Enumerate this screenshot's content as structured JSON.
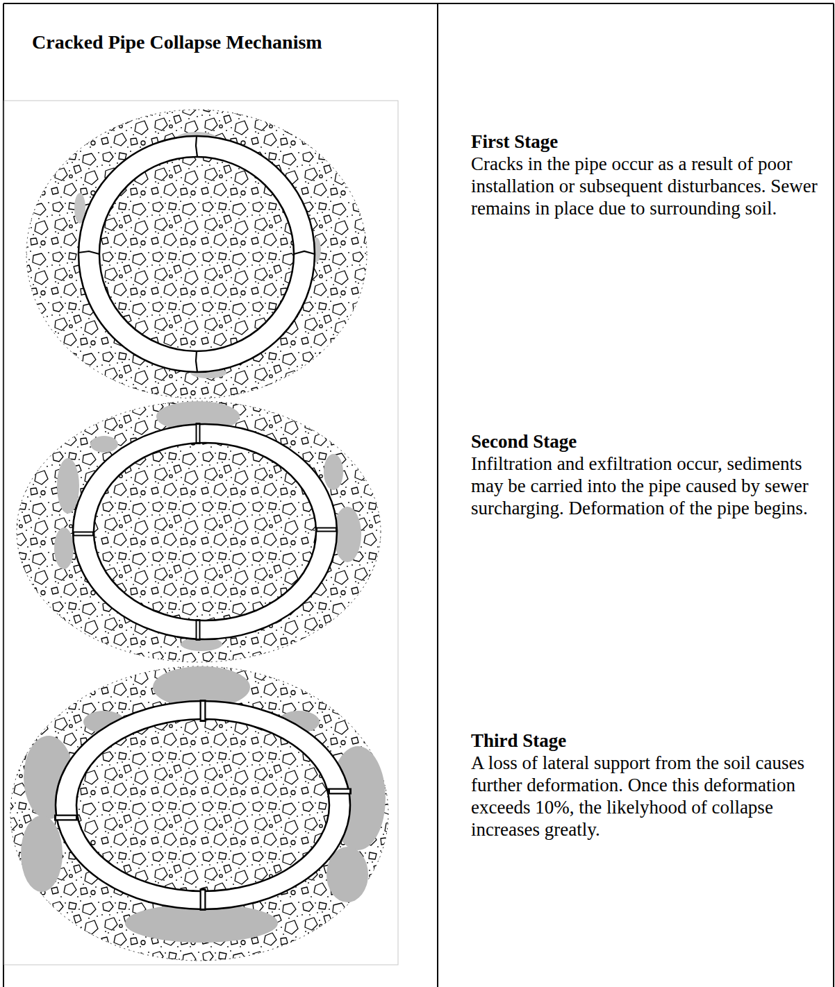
{
  "diagram": {
    "title": "Cracked Pipe Collapse Mechanism",
    "labels": [
      "First Stage",
      "Cracks in the pipe occur as a result of poor installation or subsequent disturbances. Sewer remains in place due to surrounding soil.",
      "Second Stage",
      "Infiltration and exfiltration occur, sediments may be carried into the pipe caused by sewer surcharging. Deformation of the pipe begins.",
      "Third Stage",
      "A loss of lateral support from the soil causes further deformation. Once this deformation exceeds 10%, the likelyhood of collapse increases greatly."
    ]
  }
}
